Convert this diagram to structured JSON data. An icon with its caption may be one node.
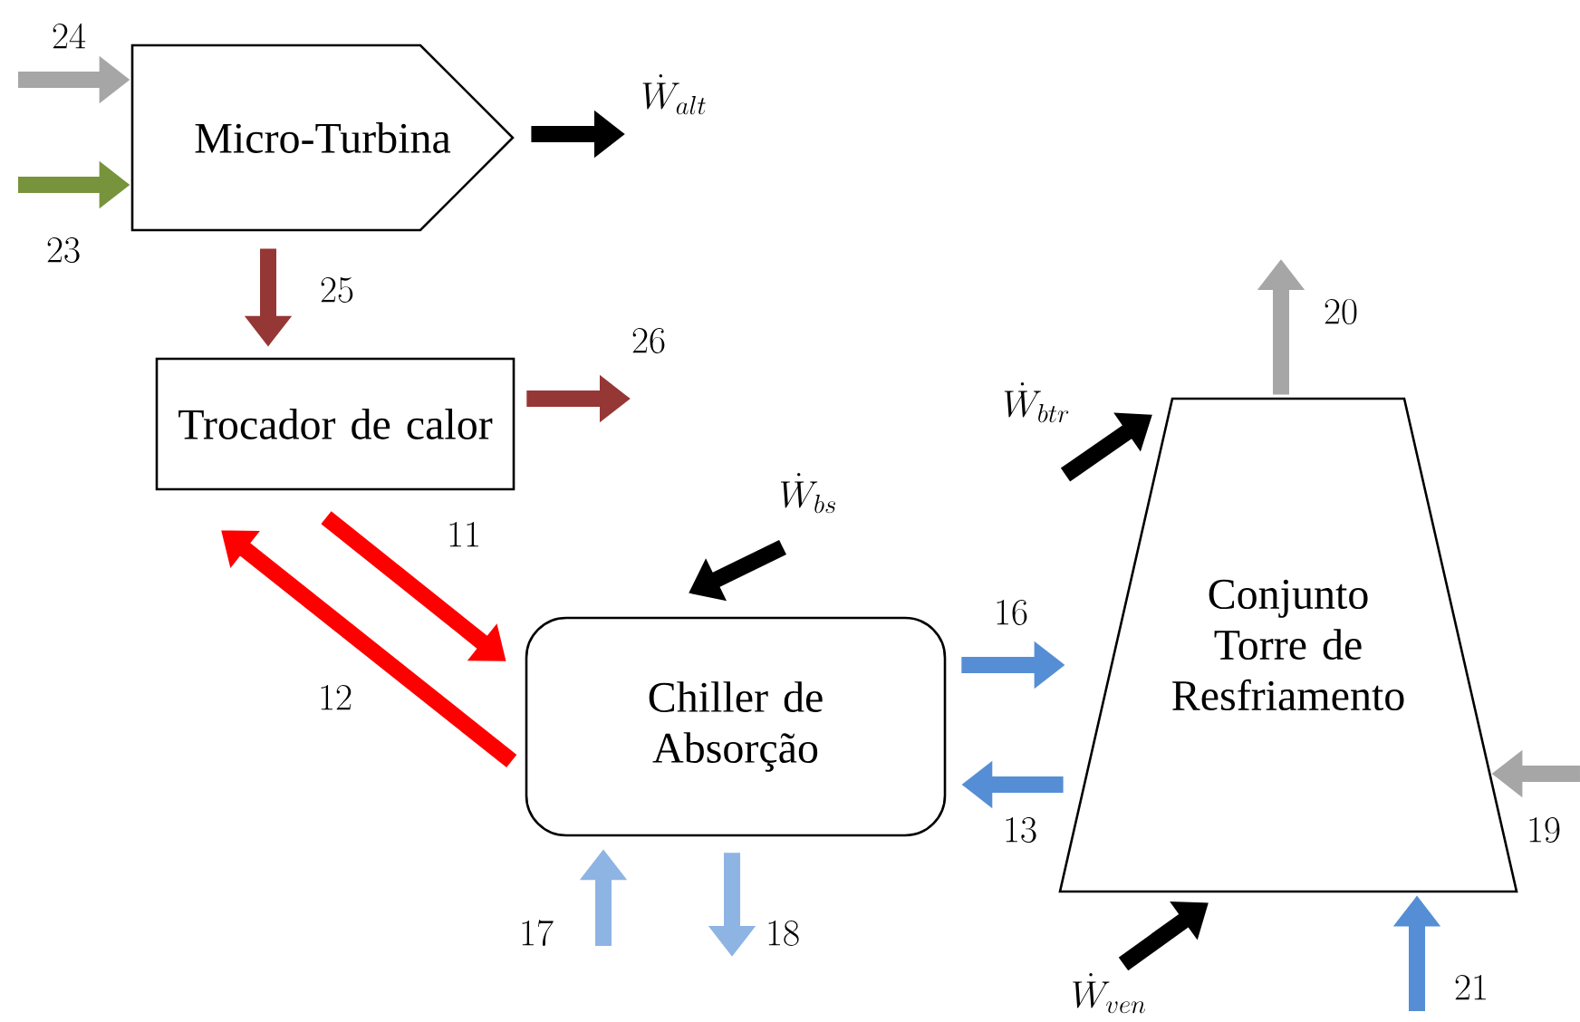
{
  "diagram": {
    "nodes": [
      {
        "text": [
          "Micro-Turbina"
        ]
      },
      {
        "text": [
          "Trocador de calor"
        ]
      },
      {
        "text": [
          "Chiller de Absorção"
        ]
      },
      {
        "text": [
          "Conjunto Torre de Resfriamento"
        ]
      }
    ],
    "edges": [
      {
        "from": null,
        "to": 0,
        "arrow": "to",
        "label": "24",
        "color": "#a6a6a6"
      },
      {
        "from": null,
        "to": 0,
        "arrow": "to",
        "label": "23",
        "color": "#77933c"
      },
      {
        "from": 0,
        "to": null,
        "arrow": "to",
        "label": "\\dot{W}_{alt}",
        "color": "#000000"
      },
      {
        "from": 0,
        "to": 1,
        "arrow": "to",
        "label": "25",
        "color": "#953735"
      },
      {
        "from": 1,
        "to": null,
        "arrow": "to",
        "label": "26",
        "color": "#953735"
      },
      {
        "from": 1,
        "to": 2,
        "arrow": "to",
        "label": "11",
        "color": "#ff0000"
      },
      {
        "from": 2,
        "to": 1,
        "arrow": "to",
        "label": "12",
        "color": "#ff0000"
      },
      {
        "from": null,
        "to": 2,
        "arrow": "to",
        "label": "\\dot{W}_{bs}",
        "color": "#000000"
      },
      {
        "from": null,
        "to": 2,
        "arrow": "to",
        "label": "17",
        "color": "#8eb4e3"
      },
      {
        "from": 2,
        "to": null,
        "arrow": "to",
        "label": "18",
        "color": "#8eb4e3"
      },
      {
        "from": 2,
        "to": 3,
        "arrow": "to",
        "label": "16",
        "color": "#558ed5"
      },
      {
        "from": 3,
        "to": 2,
        "arrow": "to",
        "label": "13",
        "color": "#558ed5"
      },
      {
        "from": 3,
        "to": null,
        "arrow": "to",
        "label": "20",
        "color": "#a6a6a6"
      },
      {
        "from": null,
        "to": 3,
        "arrow": "to",
        "label": "\\dot{W}_{btr}",
        "color": "#000000"
      },
      {
        "from": null,
        "to": 3,
        "arrow": "to",
        "label": "19",
        "color": "#a6a6a6"
      },
      {
        "from": null,
        "to": 3,
        "arrow": "to",
        "label": "\\dot{W}_{ven}",
        "color": "#000000"
      },
      {
        "from": null,
        "to": 3,
        "arrow": "to",
        "label": "21",
        "color": "#558ed5"
      }
    ]
  }
}
